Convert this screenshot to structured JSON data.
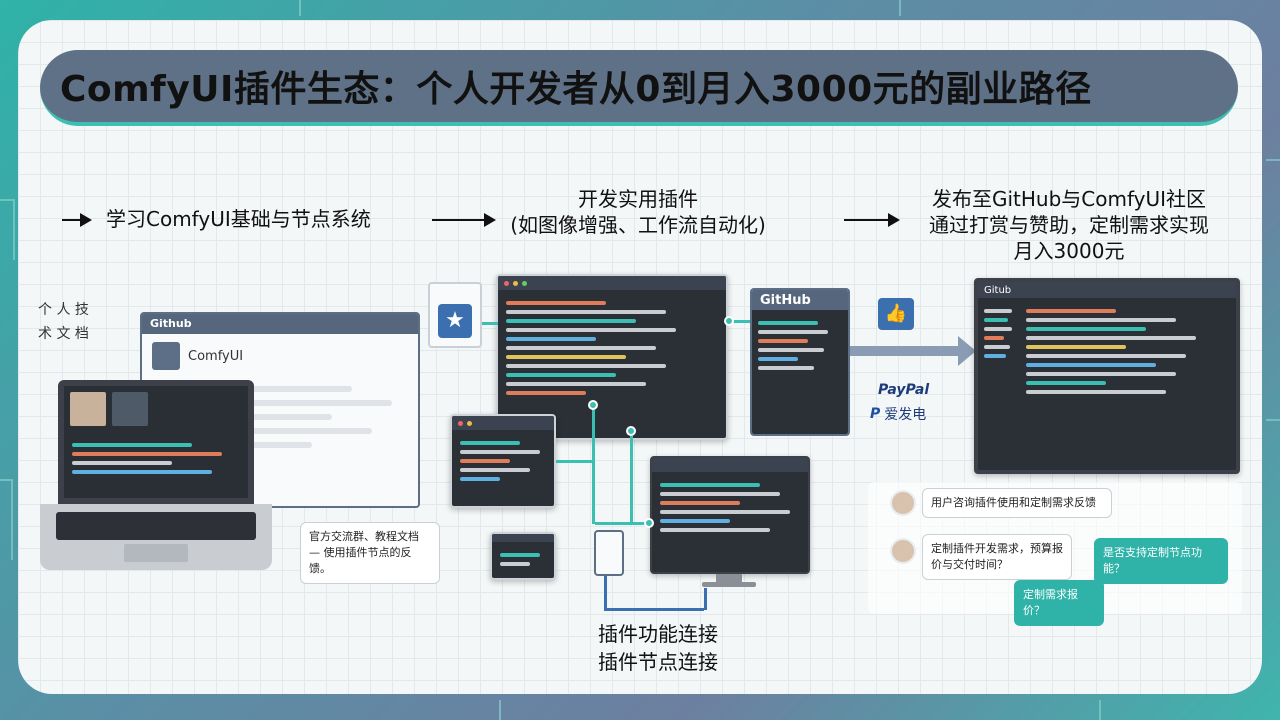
{
  "title": "ComfyUI插件生态：个人开发者从0到月入3000元的副业路径",
  "steps": {
    "step1": "学习ComfyUI基础与节点系统",
    "step2_line1": "开发实用插件",
    "step2_line2": "(如图像增强、工作流自动化)",
    "step3_line1": "发布至GitHub与ComfyUI社区",
    "step3_line2": "通过打赏与赞助，定制需求实现",
    "step3_line3": "月入3000元"
  },
  "labels": {
    "github_browser": "Github",
    "comfyui_page": "ComfyUI",
    "github_window": "GitHub",
    "github_monitor": "Gitub",
    "paypal": "PayPal",
    "aifadian": "爱发电",
    "left_notes_1": "个 人 技",
    "left_notes_2": "术 文 档",
    "bubble_left": "官方交流群、教程文档 — 使用插件节点的反馈。",
    "chat_1": "用户咨询插件使用和定制需求反馈",
    "chat_2": "定制插件开发需求，预算报价与交付时间？",
    "chat_3": "是否支持定制节点功能？",
    "chat_4": "定制需求报价？",
    "bottom_caption_line1": "插件功能连接",
    "bottom_caption_line2": "插件节点连接"
  },
  "colors": {
    "accent": "#3abfb2",
    "title_bar": "#5f7186",
    "card_bg": "#f4f7f8"
  },
  "icons": [
    "arrow-right-icon",
    "star-icon",
    "thumbs-up-icon",
    "paypal-icon"
  ]
}
